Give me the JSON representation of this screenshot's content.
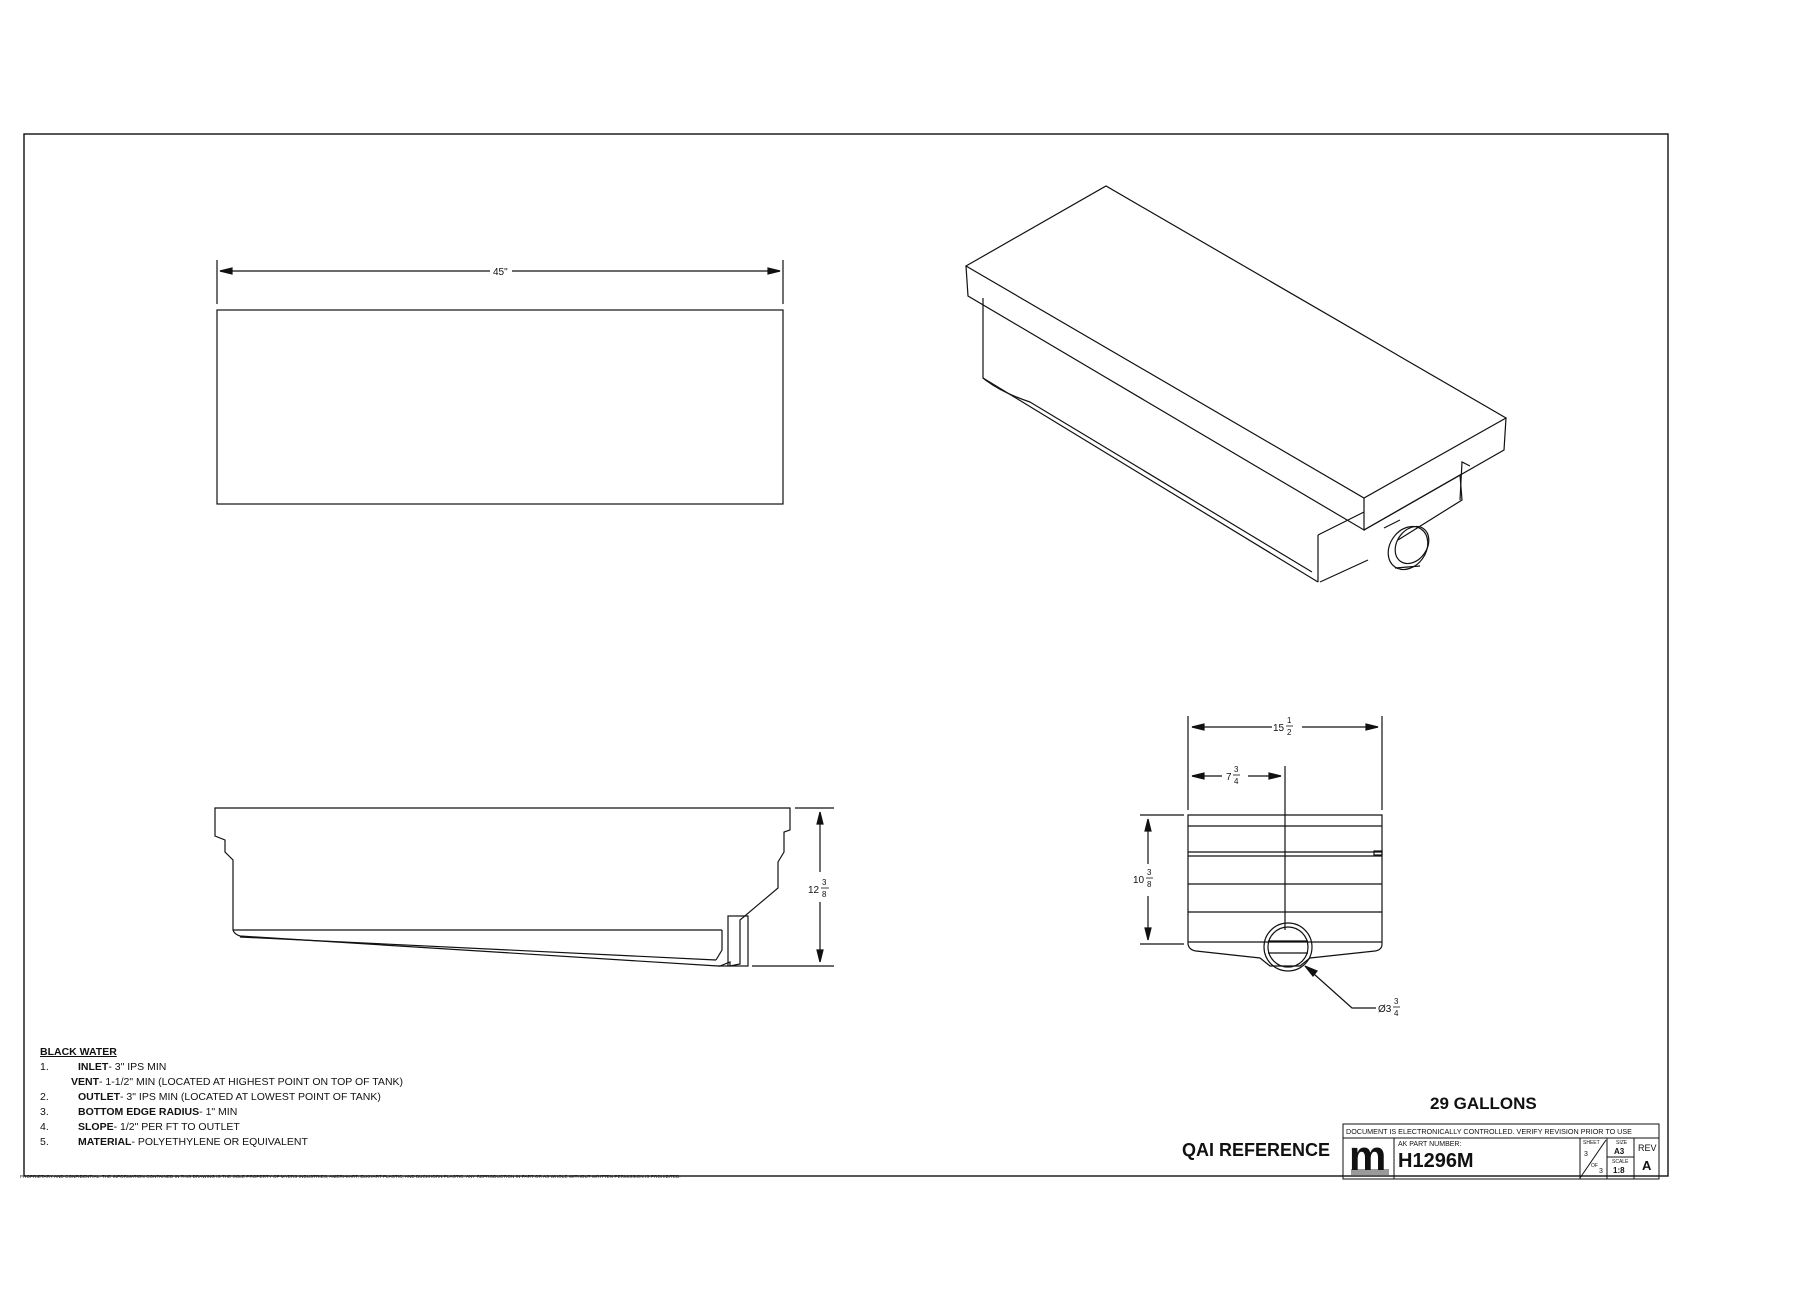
{
  "views": {
    "top": {
      "dim_length": "45\""
    },
    "side": {
      "dim_height_whole": "12",
      "dim_height_num": "3",
      "dim_height_den": "8"
    },
    "end": {
      "dim_width_whole": "15",
      "dim_width_num": "1",
      "dim_width_den": "2",
      "dim_half_whole": "7",
      "dim_half_num": "3",
      "dim_half_den": "4",
      "dim_height_whole": "10",
      "dim_height_num": "3",
      "dim_height_den": "8",
      "dim_outlet_prefix": "Ø3",
      "dim_outlet_num": "3",
      "dim_outlet_den": "4"
    }
  },
  "notes": {
    "heading": "BLACK WATER",
    "items": [
      {
        "num": "1.",
        "label": "INLET",
        "text": " - 3\" IPS MIN"
      },
      {
        "num": "",
        "label": "VENT",
        "text": " - 1-1/2\" MIN (LOCATED AT HIGHEST POINT ON TOP OF TANK)"
      },
      {
        "num": "2.",
        "label": "OUTLET",
        "text": " - 3\" IPS MIN  (LOCATED AT LOWEST POINT OF TANK)"
      },
      {
        "num": "3.",
        "label": "BOTTOM EDGE RADIUS",
        "text": " - 1\" MIN"
      },
      {
        "num": "4.",
        "label": "SLOPE",
        "text": " - 1/2\" PER FT TO OUTLET"
      },
      {
        "num": "5.",
        "label": "MATERIAL",
        "text": " - POLYETHYLENE OR EQUIVALENT"
      }
    ]
  },
  "proprietary": "PROPRIETARY AND CONFIDENTIAL. THE INFORMATION CONTAINED IN THIS DRAWING IS THE SOLE PROPERTY OF MYERS INDUSTRIES, AMERI-KART, ELKHART PLASTIC, AND BUCKHORN PLASTIC. ANY REPRODUCTION IN PART OR AS WHOLE WITHOUT WRITTEN PERMISSION IS PROHIBITED.",
  "title_block": {
    "qai": "QAI REFERENCE",
    "capacity": "29 GALLONS",
    "doc_notice": "DOCUMENT IS ELECTRONICALLY CONTROLLED. VERIFY REVISION PRIOR TO USE",
    "logo_letter": "m",
    "part_number_label": "AK PART NUMBER:",
    "part_number": "H1296M",
    "sheet_label": "SHEET",
    "sheet_num": "3",
    "sheet_of": "OF",
    "sheet_total": "3",
    "size_label": "SIZE",
    "size": "A3",
    "scale_label": "SCALE",
    "scale": "1:8",
    "rev_label": "REV",
    "rev": "A"
  }
}
